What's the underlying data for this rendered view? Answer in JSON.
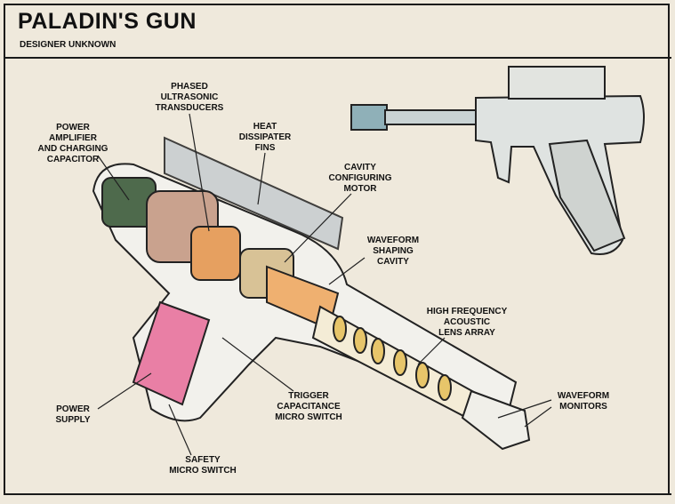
{
  "title": "PALADIN'S GUN",
  "subtitle": "DESIGNER UNKNOWN",
  "labels": {
    "transducers": "PHASED\nULTRASONIC\nTRANSDUCERS",
    "amplifier": "POWER\nAMPLIFIER\nAND CHARGING\nCAPACITOR",
    "fins": "HEAT\nDISSIPATER\nFINS",
    "motor": "CAVITY\nCONFIGURING\nMOTOR",
    "shaping_cavity": "WAVEFORM\nSHAPING\nCAVITY",
    "lens_array": "HIGH FREQUENCY\nACOUSTIC\nLENS ARRAY",
    "monitors": "WAVEFORM\nMONITORS",
    "trigger_switch": "TRIGGER\nCAPACITANCE\nMICRO SWITCH",
    "power_supply": "POWER\nSUPPLY",
    "safety_switch": "SAFETY\nMICRO SWITCH"
  }
}
